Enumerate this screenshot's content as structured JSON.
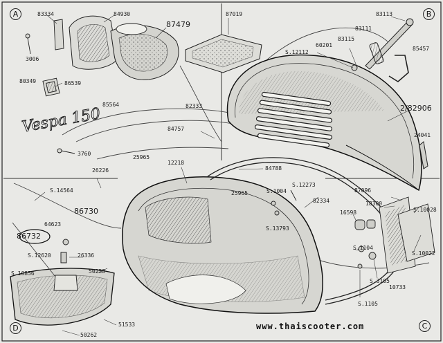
{
  "corners": {
    "a": "A",
    "b": "B",
    "c": "C",
    "d": "D"
  },
  "website": "www.thaiscooter.com",
  "logo_text": "Vespa 150",
  "parts": {
    "p83334": "83334",
    "p84930": "84930",
    "p87479": "87479",
    "p87019": "87019",
    "p83113": "83113",
    "p83111": "83111",
    "p83115": "83115",
    "p60201": "60201",
    "p85457": "85457",
    "p3006": "3006",
    "pS12112": "S.12112",
    "p80349": "80349",
    "p86539": "86539",
    "p82333": "82333",
    "p2_82906": "2/82906",
    "p85564": "85564",
    "p84757": "84757",
    "p3760": "3760",
    "p24041": "24041",
    "p26226": "26226",
    "p25965a": "25965",
    "p12218": "12218",
    "p84788": "84788",
    "p25965b": "25965",
    "pS14564": "S.14564",
    "pS1004": "S.1004",
    "pS12273": "S.12273",
    "p82334": "82334",
    "p87096": "87096",
    "p86730": "86730",
    "p16598": "16598",
    "p18300": "18300",
    "pS10028": "S.10028",
    "p64623": "64623",
    "pS13793": "S.13793",
    "p86732": "86732",
    "pS1104": "S.1104",
    "pS12620": "S.12620",
    "p26336": "26336",
    "pS10022": "S.10022",
    "pS10856": "S.10856",
    "p50258": "50258",
    "pS3105": "S.3105",
    "p10733": "10733",
    "pS1105": "S.1105",
    "p51533": "51533",
    "p50262": "50262"
  }
}
